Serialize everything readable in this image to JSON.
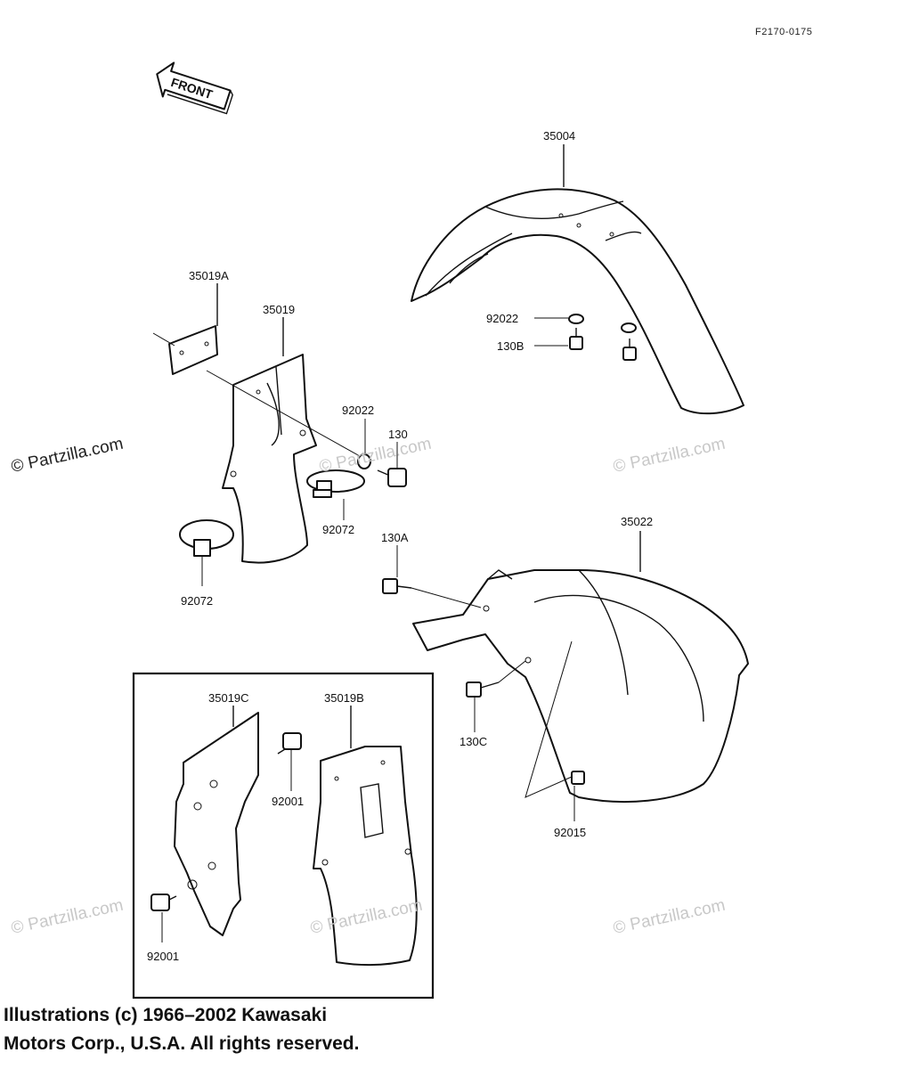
{
  "reference_code": "F2170-0175",
  "front_arrow_label": "FRONT",
  "watermark": "© Partzilla.com",
  "copyright": {
    "line1": "Illustrations (c) 1966–2002 Kawasaki",
    "line2": "Motors Corp., U.S.A.  All rights reserved."
  },
  "part_labels": {
    "p35004": "35004",
    "p92022_top": "92022",
    "p130B": "130B",
    "p35019A": "35019A",
    "p35019": "35019",
    "p92022_mid": "92022",
    "p130": "130",
    "p92072_right": "92072",
    "p92072_left": "92072",
    "p130A": "130A",
    "p35022": "35022",
    "p130C": "130C",
    "p92015": "92015",
    "p35019C": "35019C",
    "p35019B": "35019B",
    "p92001_right": "92001",
    "p92001_left": "92001"
  }
}
